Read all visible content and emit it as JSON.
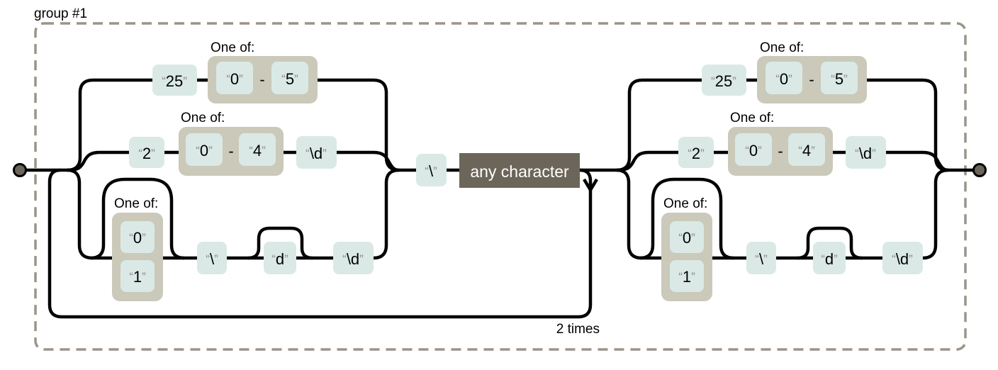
{
  "group": {
    "label": "group #1"
  },
  "quotes": {
    "open": "“",
    "close": "”"
  },
  "labels": {
    "one_of": "One of:",
    "loop_count": "2 times"
  },
  "octet": {
    "alt1": {
      "lit": "25",
      "from": "0",
      "sep": "-",
      "to": "5"
    },
    "alt2": {
      "lit": "2",
      "from": "0",
      "sep": "-",
      "to": "4",
      "esc": "\\d"
    },
    "alt3": {
      "opt0": "0",
      "opt1": "1",
      "backslash": "\\",
      "d": "d",
      "esc": "\\d"
    }
  },
  "middle": {
    "backslash": "\\",
    "any_char": "any character"
  },
  "colors": {
    "literal_box": "#dae9e5",
    "one_of_box": "#cbc9ba",
    "any_char_box": "#6b6659",
    "line": "#000000",
    "quote_gray": "#908c83",
    "frame_dash": "#9a948a",
    "terminal_dot": "#6b6659",
    "background": "#ffffff"
  }
}
